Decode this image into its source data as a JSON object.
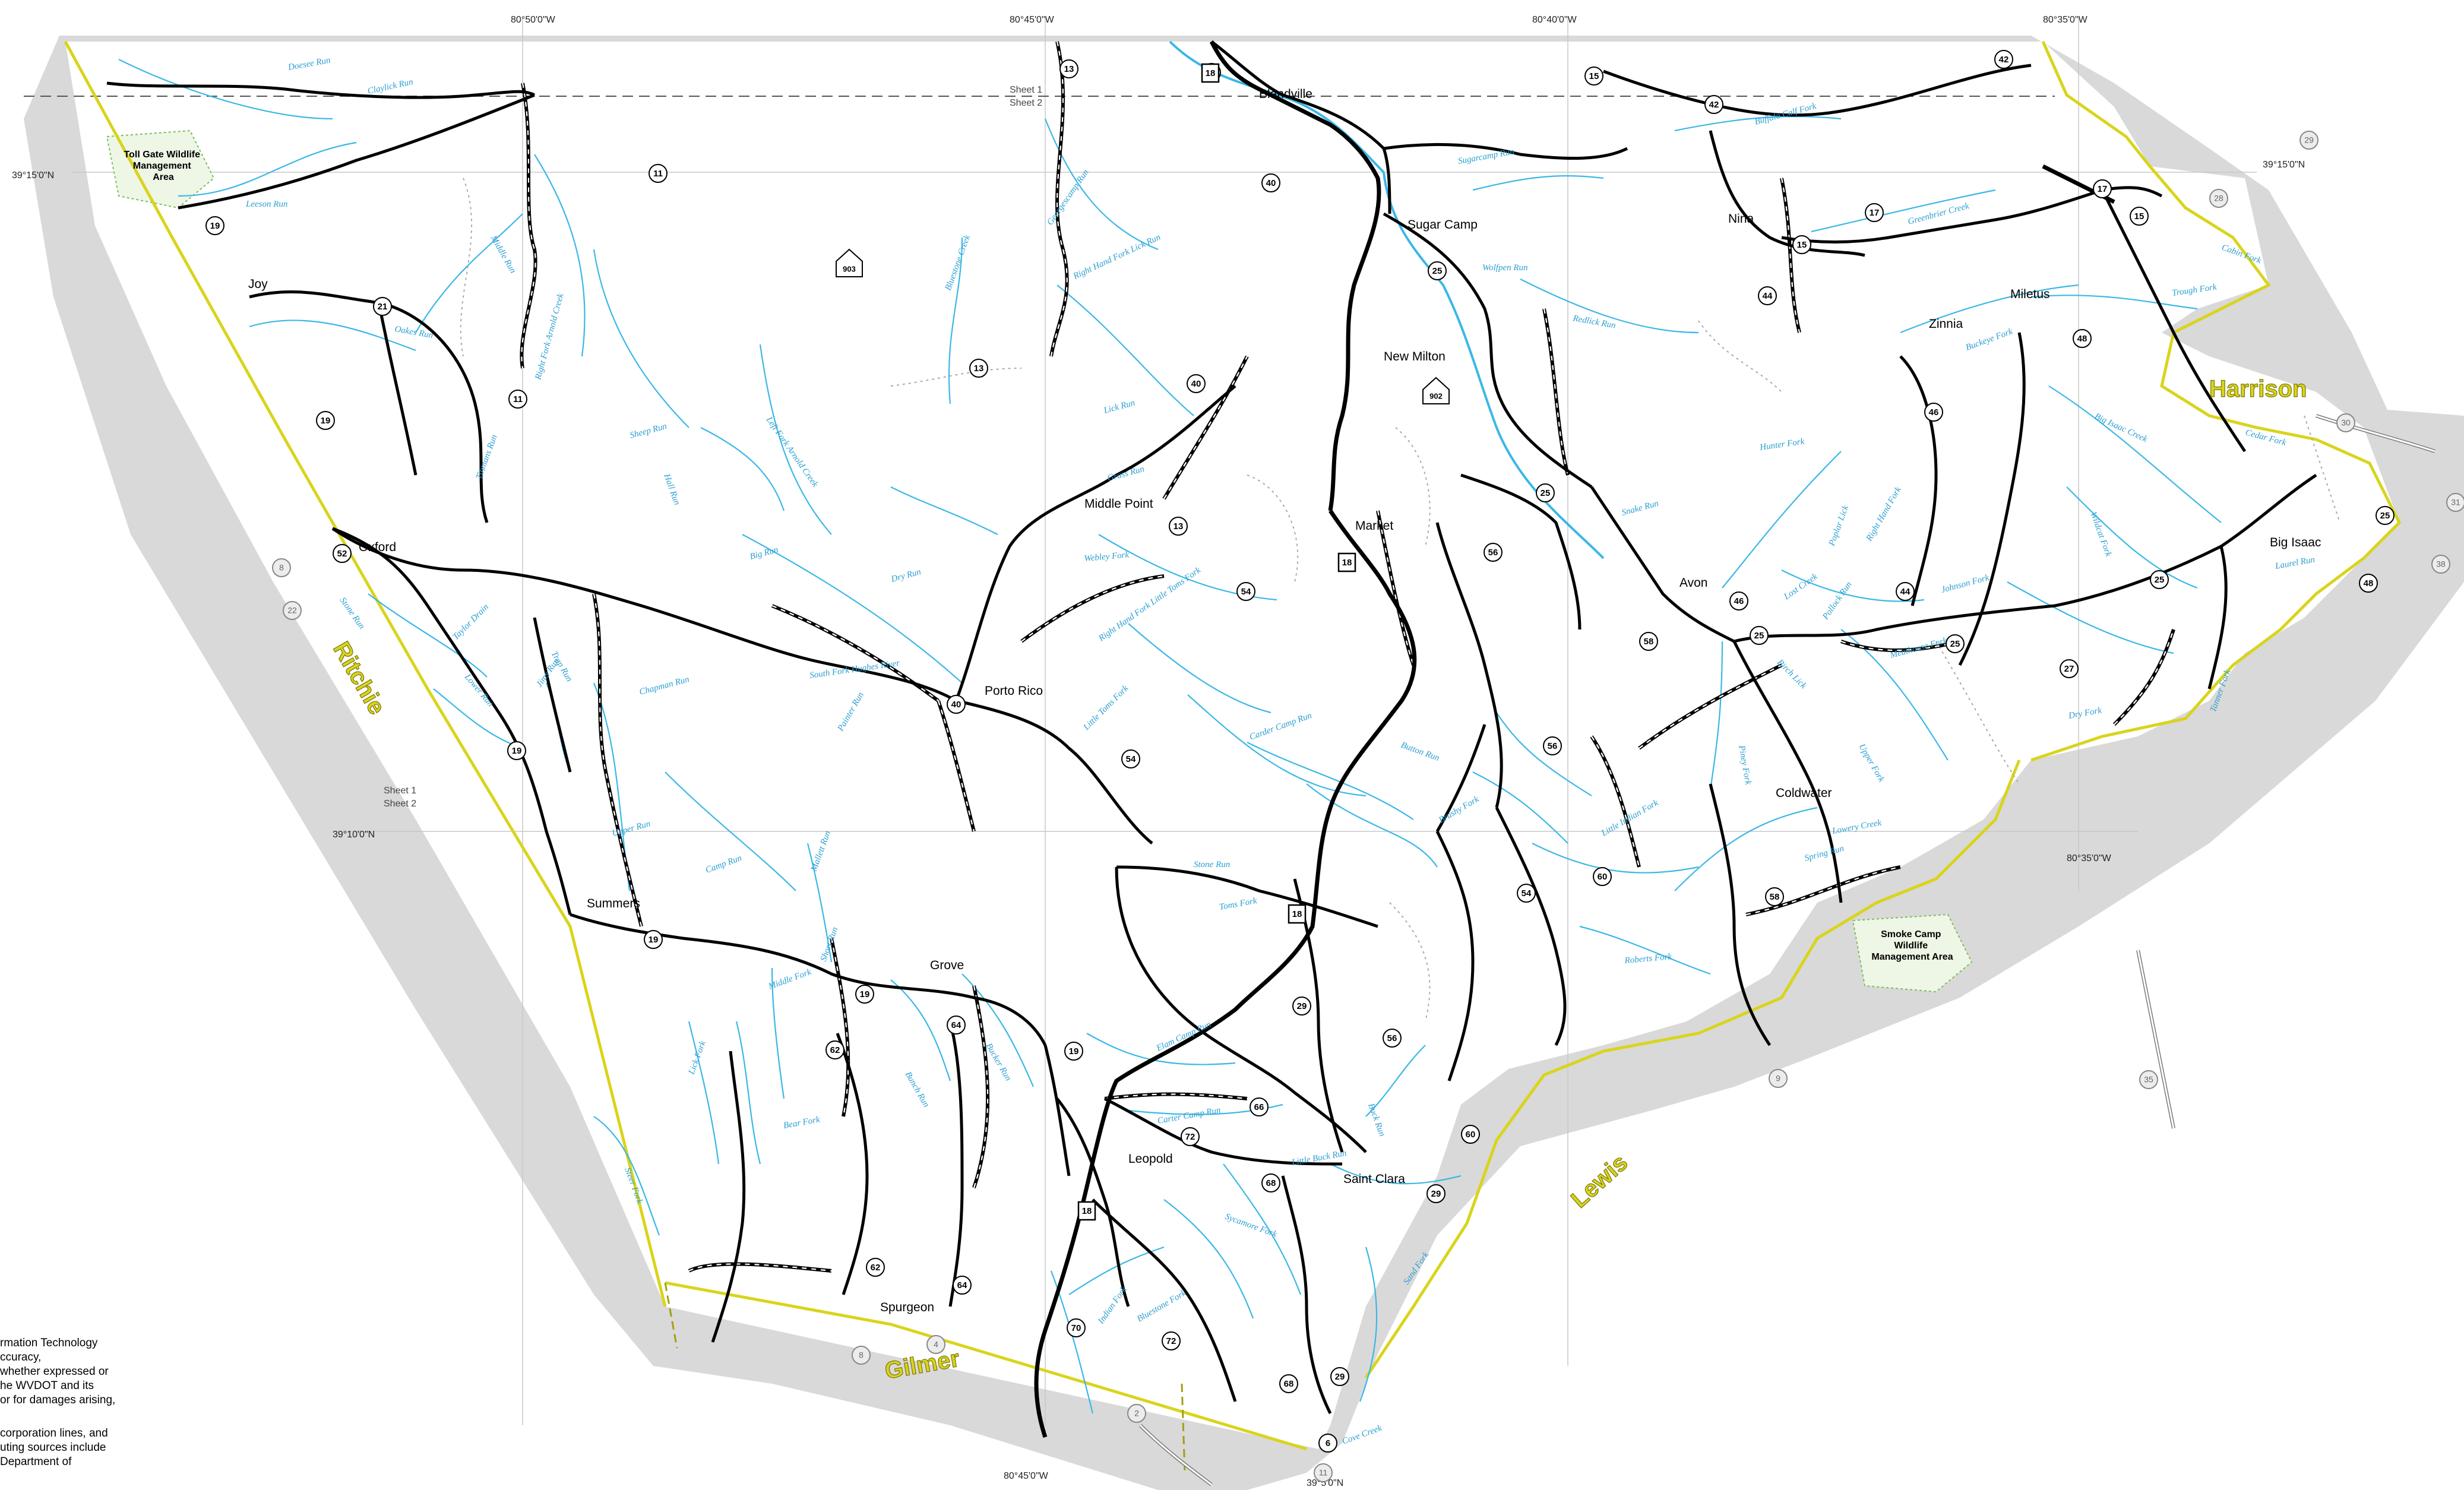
{
  "map": {
    "counties": {
      "ritchie": "Ritchie",
      "harrison": "Harrison",
      "lewis": "Lewis",
      "gilmer": "Gilmer"
    },
    "coords": {
      "top_80_50": "80°50'0\"W",
      "top_80_45": "80°45'0\"W",
      "top_80_40": "80°40'0\"W",
      "top_80_35": "80°35'0\"W",
      "lat_39_15_left": "39°15'0\"N",
      "lat_39_15_right": "39°15'0\"N",
      "lat_39_10_left": "39°10'0\"N",
      "right_80_35": "80°35'0\"W",
      "bottom_80_45": "80°45'0\"W",
      "bottom_39_5": "39°5'0\"N"
    },
    "sheets": {
      "s1_top": "Sheet 1",
      "s2_top": "Sheet 2",
      "s1_left": "Sheet 1",
      "s2_left": "Sheet 2"
    },
    "wma": {
      "toll_gate": "Toll Gate Wildlife\nManagement\nArea",
      "smoke_camp": "Smoke Camp\nWildlife\nManagement Area"
    },
    "towns": {
      "blandville": "Blandville",
      "sugar_camp": "Sugar Camp",
      "new_milton": "New Milton",
      "nina": "Nina",
      "miletus": "Miletus",
      "zinnia": "Zinnia",
      "joy": "Joy",
      "oxford": "Oxford",
      "middle_point": "Middle Point",
      "market": "Market",
      "avon": "Avon",
      "big_isaac": "Big Isaac",
      "porto_rico": "Porto Rico",
      "coldwater": "Coldwater",
      "summers": "Summers",
      "grove": "Grove",
      "leopold": "Leopold",
      "saint_clara": "Saint Clara",
      "spurgeon": "Spurgeon"
    },
    "streams": {
      "doesee_run": "Doesee Run",
      "claylick_run": "Claylick Run",
      "leeson_run": "Leeson Run",
      "middle_run": "Middle Run",
      "oakes_run": "Oakes Run",
      "right_fork_arnold": "Right Fork Arnold Creek",
      "tinmans_run": "Tinmans Run",
      "sheep_run": "Sheep Run",
      "hall_run": "Hall Run",
      "left_fork_arnold": "Left Fork Arnold Creek",
      "big_run": "Big Run",
      "georgescamp_run": "Georgescamp Run",
      "right_hand_fork_lick": "Right Hand Fork Lick Run",
      "lick_run": "Lick Run",
      "grass_run": "Grass Run",
      "webley_fork": "Webley Fork",
      "bluestone_creek": "Bluestone Creek",
      "dry_run": "Dry Run",
      "right_hand_fork_lt": "Right Hand Fork Little Toms Fork",
      "little_toms_fork": "Little Toms Fork",
      "carder_camp_run": "Carder Camp Run",
      "sugarcamp_run": "Sugarcamp Run",
      "wolfpen_run": "Wolfpen Run",
      "redlick_run": "Redlick Run",
      "buffalo_calf_fork": "Buffalo Calf Fork",
      "greenbrier_creek": "Greenbrier Creek",
      "buckeye_fork": "Buckeye Fork",
      "trough_fork": "Trough Fork",
      "big_isaac_creek": "Big Isaac Creek",
      "laurel_run": "Laurel Run",
      "cabin_fork": "Cabin Fork",
      "hunter_fork": "Hunter Fork",
      "snake_run": "Snake Run",
      "johnson_fork": "Johnson Fork",
      "meathouse_fork": "Meathouse Fork",
      "birch_lick": "Birch Lick",
      "dry_fork": "Dry Fork",
      "brushy_fork": "Brushy Fork",
      "button_run": "Button Run",
      "little_indian_fork": "Little Indian Fork",
      "roberts_fork": "Roberts Fork",
      "spring_run": "Spring Run",
      "lowery_creek": "Lowery Creek",
      "stone_run": "Stone Run",
      "taylor_drain": "Taylor Drain",
      "lower_run": "Lower Run",
      "jims_run": "Jims Run",
      "trap_run": "Trap Run",
      "chapman_run": "Chapman Run",
      "south_fork_hughes": "South Fork Hughes River",
      "painter_run": "Painter Run",
      "upper_run": "Upper Run",
      "camp_run": "Camp Run",
      "mallett_run": "Mallett Run",
      "short_run": "Short Run",
      "middle_fork": "Middle Fork",
      "lick_fork": "Lick Fork",
      "bear_fork": "Bear Fork",
      "bunch_run": "Bunch Run",
      "bucker_run": "Bucker Run",
      "toms_fork": "Toms Fork",
      "elam_camp_run": "Elam Camp Run",
      "carter_camp_run": "Carter Camp Run",
      "little_buck_run": "Little Buck Run",
      "sycamore_fork": "Sycamore Fork",
      "buck_run": "Buck Run",
      "sand_fork": "Sand Fork",
      "cove_creek": "Cove Creek",
      "indian_fork": "Indian Fork",
      "bluestone_fork": "Bluestone Fork",
      "piney_fork": "Piney Fork",
      "lost_creek": "Lost Creek",
      "poplar_lick": "Poplar Lick",
      "pollock_run": "Pollock Run",
      "wildcat_fork": "Wildcat Fork",
      "steer_fork": "Steer Fork",
      "stone_run_2": "Stone Run",
      "tanner_fork": "Tanner Fork",
      "upper_fork": "Upper Fork",
      "right_hand_fork": "Right Hand Fork",
      "cedar_fork": "Cedar Fork"
    },
    "disclaimer": {
      "p1": "rmation Technology\nccuracy,\nwhether expressed or\nhe WVDOT and its\nor for damages arising,",
      "p2": "corporation lines, and\nuting sources include\nDepartment of"
    },
    "shields": [
      {
        "t": "13"
      },
      {
        "t": "18"
      },
      {
        "t": "40"
      },
      {
        "t": "11"
      },
      {
        "t": "19"
      },
      {
        "t": "21"
      },
      {
        "t": "19"
      },
      {
        "t": "11"
      },
      {
        "t": "52"
      },
      {
        "t": "19"
      },
      {
        "t": "40"
      },
      {
        "t": "13"
      },
      {
        "t": "13"
      },
      {
        "t": "40"
      },
      {
        "t": "54"
      },
      {
        "t": "54"
      },
      {
        "t": "15"
      },
      {
        "t": "42"
      },
      {
        "t": "42"
      },
      {
        "t": "25"
      },
      {
        "t": "44"
      },
      {
        "t": "15"
      },
      {
        "t": "17"
      },
      {
        "t": "17"
      },
      {
        "t": "15"
      },
      {
        "t": "48"
      },
      {
        "t": "46"
      },
      {
        "t": "25"
      },
      {
        "t": "56"
      },
      {
        "t": "46"
      },
      {
        "t": "58"
      },
      {
        "t": "25"
      },
      {
        "t": "44"
      },
      {
        "t": "25"
      },
      {
        "t": "27"
      },
      {
        "t": "25"
      },
      {
        "t": "48"
      },
      {
        "t": "25"
      },
      {
        "t": "56"
      },
      {
        "t": "54"
      },
      {
        "t": "60"
      },
      {
        "t": "58"
      },
      {
        "t": "29"
      },
      {
        "t": "56"
      },
      {
        "t": "19"
      },
      {
        "t": "19"
      },
      {
        "t": "62"
      },
      {
        "t": "64"
      },
      {
        "t": "19"
      },
      {
        "t": "66"
      },
      {
        "t": "72"
      },
      {
        "t": "68"
      },
      {
        "t": "60"
      },
      {
        "t": "29"
      },
      {
        "t": "62"
      },
      {
        "t": "64"
      },
      {
        "t": "70"
      },
      {
        "t": "72"
      },
      {
        "t": "68"
      },
      {
        "t": "29"
      },
      {
        "t": "6"
      },
      {
        "t": "4"
      },
      {
        "t": "8"
      },
      {
        "t": "2"
      },
      {
        "t": "11"
      },
      {
        "t": "9"
      },
      {
        "t": "35"
      },
      {
        "t": "30"
      },
      {
        "t": "31"
      },
      {
        "t": "38"
      },
      {
        "t": "29"
      },
      {
        "t": "28"
      },
      {
        "t": "22"
      },
      {
        "t": "8"
      },
      {
        "t": "18"
      },
      {
        "t": "18"
      },
      {
        "t": "18"
      },
      {
        "t": "903"
      },
      {
        "t": "902"
      }
    ]
  }
}
